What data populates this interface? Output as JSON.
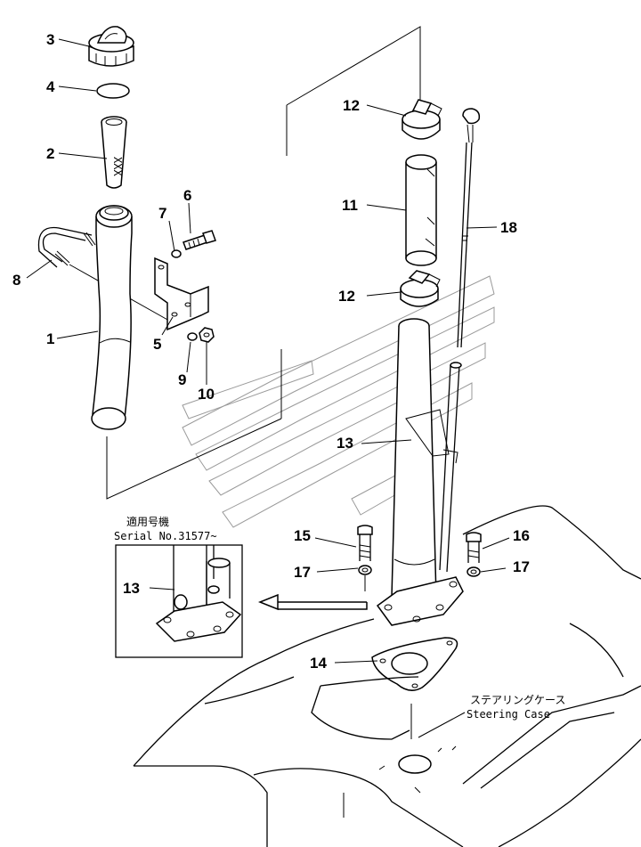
{
  "callouts": [
    {
      "id": "c3",
      "label": "3"
    },
    {
      "id": "c4",
      "label": "4"
    },
    {
      "id": "c2",
      "label": "2"
    },
    {
      "id": "c6",
      "label": "6"
    },
    {
      "id": "c7",
      "label": "7"
    },
    {
      "id": "c8",
      "label": "8"
    },
    {
      "id": "c1",
      "label": "1"
    },
    {
      "id": "c5",
      "label": "5"
    },
    {
      "id": "c9",
      "label": "9"
    },
    {
      "id": "c10",
      "label": "10"
    },
    {
      "id": "c12a",
      "label": "12"
    },
    {
      "id": "c11",
      "label": "11"
    },
    {
      "id": "c18",
      "label": "18"
    },
    {
      "id": "c12b",
      "label": "12"
    },
    {
      "id": "c13",
      "label": "13"
    },
    {
      "id": "c15",
      "label": "15"
    },
    {
      "id": "c16",
      "label": "16"
    },
    {
      "id": "c17a",
      "label": "17"
    },
    {
      "id": "c17b",
      "label": "17"
    },
    {
      "id": "c13i",
      "label": "13"
    },
    {
      "id": "c14",
      "label": "14"
    }
  ],
  "inset": {
    "title_jp": "適用号機",
    "serial": "Serial No.31577~"
  },
  "steering_case": {
    "label_jp": "ステアリングケース",
    "label_en": "Steering Case"
  },
  "inner_mark": "XXX"
}
